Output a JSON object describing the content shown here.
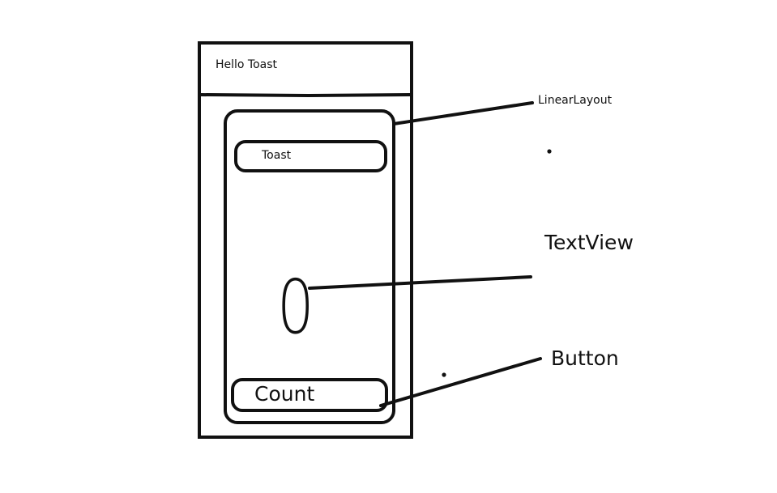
{
  "phone": {
    "app_title": "Hello Toast"
  },
  "layout": {
    "toast_button_label": "Toast",
    "count_value": "0",
    "count_button_label": "Count"
  },
  "annotations": {
    "linear_layout": "LinearLayout",
    "text_view": "TextView",
    "button": "Button"
  },
  "colors": {
    "stroke": "#111111",
    "background": "#ffffff"
  }
}
